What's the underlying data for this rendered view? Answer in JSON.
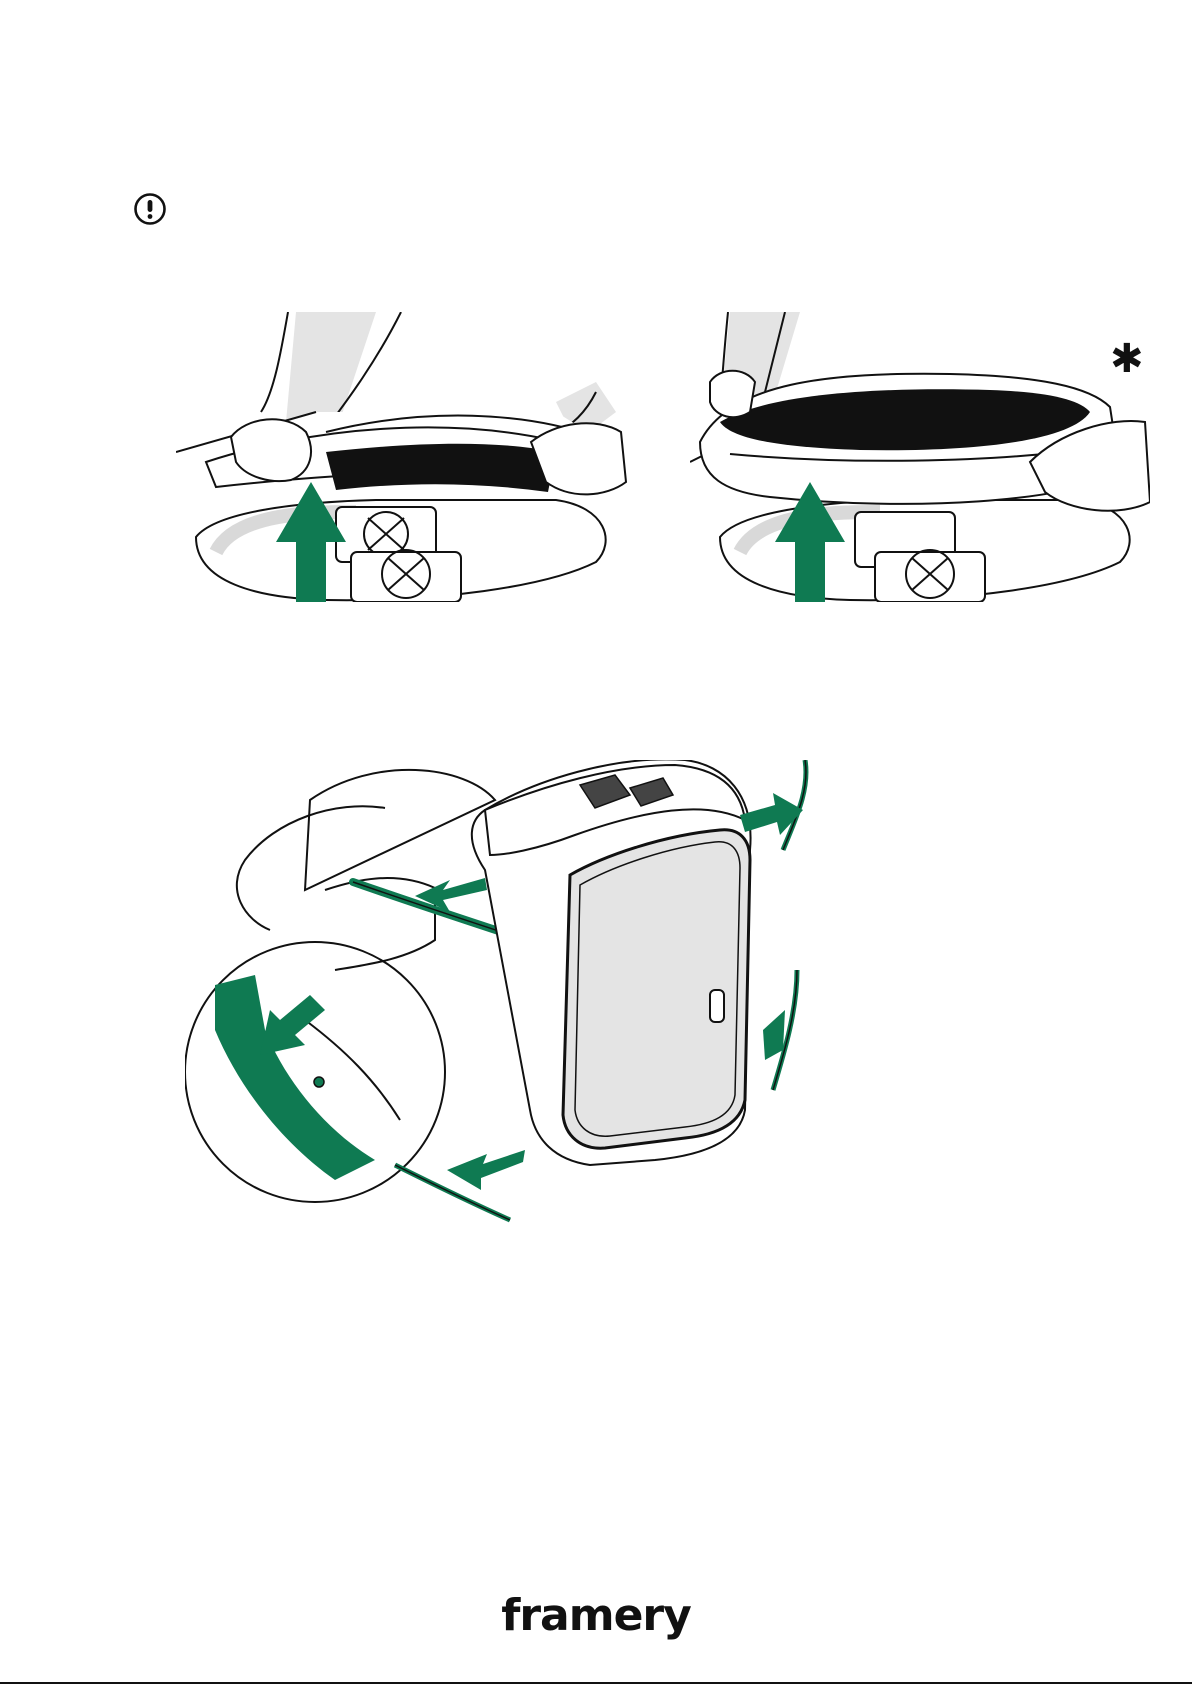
{
  "header": {
    "warning_icon": "exclamation-circle-icon"
  },
  "illustrations": {
    "step_left": {
      "description_icon": "lift-ceiling-panel-illustration"
    },
    "step_right": {
      "description_icon": "lift-ceiling-panel-illustration",
      "marker": "✱"
    },
    "cabin": {
      "description_icon": "remove-trim-strips-illustration"
    }
  },
  "colors": {
    "accent": "#0f7a52",
    "line": "#111111",
    "fill_gray": "#e4e4e4"
  },
  "footer": {
    "logo": "framery"
  }
}
